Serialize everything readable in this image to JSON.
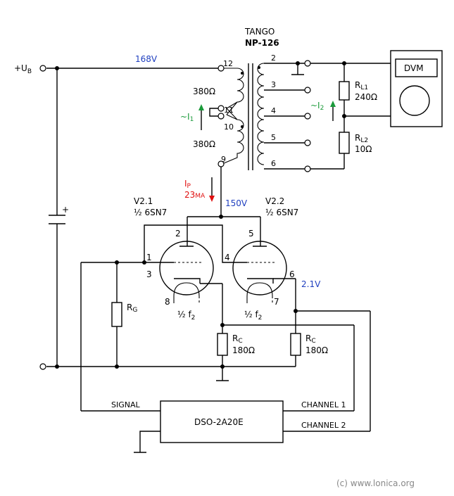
{
  "supply": {
    "label_main": "+U",
    "label_sub": "B",
    "voltage": "168V"
  },
  "transformer": {
    "maker": "TANGO",
    "model": "NP-126",
    "primary_pins": [
      "12",
      "11",
      "10",
      "9"
    ],
    "secondary_pins": [
      "2",
      "3",
      "4",
      "5",
      "6"
    ],
    "winding_upper": "380Ω",
    "winding_lower": "380Ω",
    "current1_prefix": "~I",
    "current1_sub": "1",
    "current2_prefix": "~I",
    "current2_sub": "2"
  },
  "load": {
    "rl1_main": "R",
    "rl1_sub": "L1",
    "rl1_value": "240Ω",
    "rl2_main": "R",
    "rl2_sub": "L2",
    "rl2_value": "10Ω",
    "meter": "DVM"
  },
  "plate": {
    "current_main": "I",
    "current_sub": "P",
    "current_value": "23",
    "current_unit": "MA",
    "voltage": "150V"
  },
  "tubes": {
    "v1_name": "V2.1",
    "v1_type": "½ 6SN7",
    "v2_name": "V2.2",
    "v2_type": "½ 6SN7",
    "v1_pins": {
      "plate": "2",
      "grid": "1",
      "cathode": "3",
      "heater": "8"
    },
    "v2_pins": {
      "plate": "5",
      "grid": "4",
      "cathode": "6",
      "heater": "7"
    },
    "heater_label_main": "½ f",
    "heater_label_sub": "2",
    "cathode_voltage": "2.1V"
  },
  "resistors": {
    "rg_main": "R",
    "rg_sub": "G",
    "rc1_main": "R",
    "rc1_sub": "C",
    "rc1_value": "180Ω",
    "rc2_main": "R",
    "rc2_sub": "C",
    "rc2_value": "180Ω"
  },
  "scope": {
    "name": "DSO-2A20E",
    "signal": "SIGNAL",
    "channel1": "CHANNEL 1",
    "channel2": "CHANNEL 2"
  },
  "copyright": "(c) www.lonica.org"
}
